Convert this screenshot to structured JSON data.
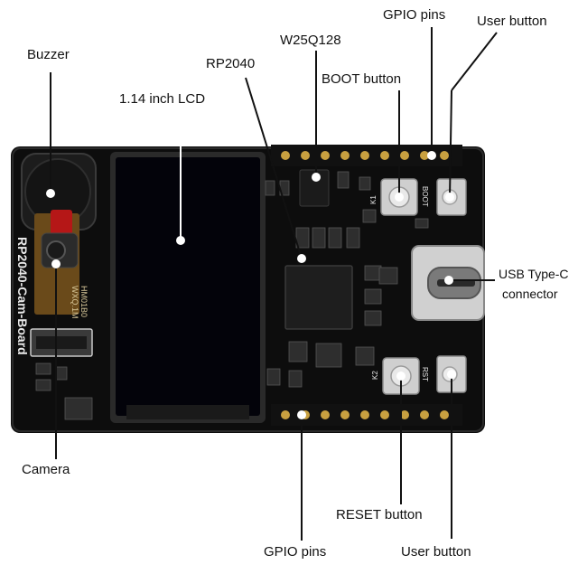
{
  "board": {
    "silkscreen_name": "RP2040-Cam-Board",
    "camera_marking_1": "WXQ.1M",
    "camera_marking_2": "HM01B0",
    "boot_silk": "BOOT",
    "rst_silk": "RST",
    "k1_silk": "K1",
    "k2_silk": "K2"
  },
  "labels": {
    "buzzer": "Buzzer",
    "lcd": "1.14 inch LCD",
    "rp2040": "RP2040",
    "flash": "W25Q128",
    "gpio_top": "GPIO pins",
    "user_button_top": "User button",
    "boot_button": "BOOT button",
    "usb_line1": "USB Type-C",
    "usb_line2": "connector",
    "camera": "Camera",
    "reset_button": "RESET button",
    "gpio_bottom": "GPIO pins",
    "user_button_bottom": "User button"
  },
  "colors": {
    "background": "#ffffff",
    "pcb": "#0d0d0d",
    "lcd": "#03030a",
    "label_text": "#111111",
    "leader": "#111111"
  }
}
